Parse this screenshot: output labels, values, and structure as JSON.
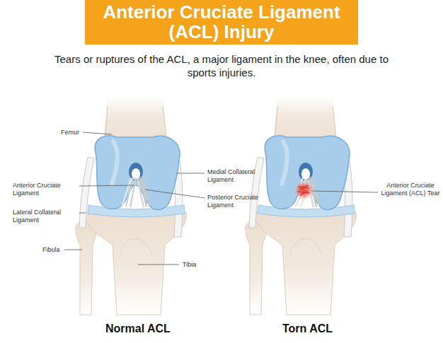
{
  "diagram": {
    "title": "Anterior Cruciate Ligament (ACL) Injury",
    "caption": "Tears or ruptures of the ACL, a major ligament in the knee, often due to sports injuries.",
    "labels": [
      "Femur",
      "Anterior Cruciate Ligament",
      "Medial Collateral Ligament",
      "Posterior Cruciate Ligament",
      "Lateral Collateral Ligament",
      "Fibula",
      "Tibia",
      "Anterior Cruciate Ligament (ACL) Tear",
      "Normal ACL",
      "Torn ACL"
    ]
  }
}
